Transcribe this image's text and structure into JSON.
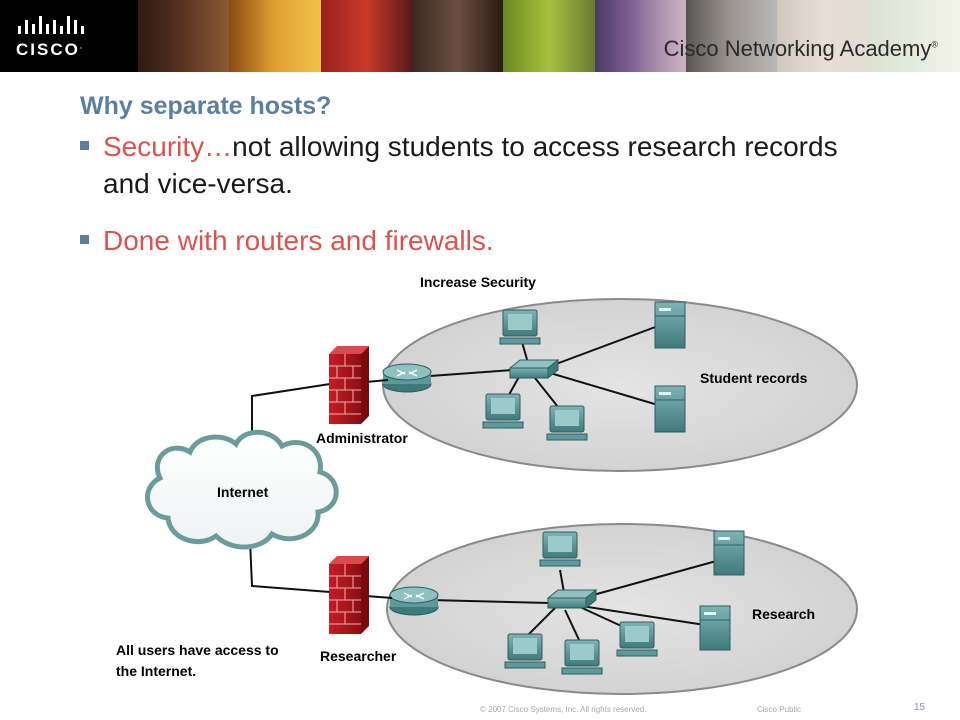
{
  "header": {
    "brand": "CISCO",
    "academy": "Cisco Networking Academy"
  },
  "slide": {
    "title": "Why separate hosts?",
    "bullets": [
      {
        "highlight": "Security…",
        "rest": "not allowing students to access research records and vice-versa."
      },
      {
        "highlight": "Done with routers and firewalls.",
        "rest": ""
      }
    ]
  },
  "diagram": {
    "top_caption": "Increase Security",
    "student_records": "Student records",
    "administrator": "Administrator",
    "internet": "Internet",
    "research": "Research",
    "researcher": "Researcher",
    "note_line1": "All users have access to",
    "note_line2": "the Internet."
  },
  "footer": {
    "copyright": "© 2007 Cisco Systems, Inc. All rights reserved.",
    "classification": "Cisco Public",
    "page": "15"
  },
  "colors": {
    "title_blue": "#5b7fa3",
    "highlight_red": "#d9534f",
    "device_teal": "#4f8a8b",
    "firewall_red": "#b3151b"
  }
}
